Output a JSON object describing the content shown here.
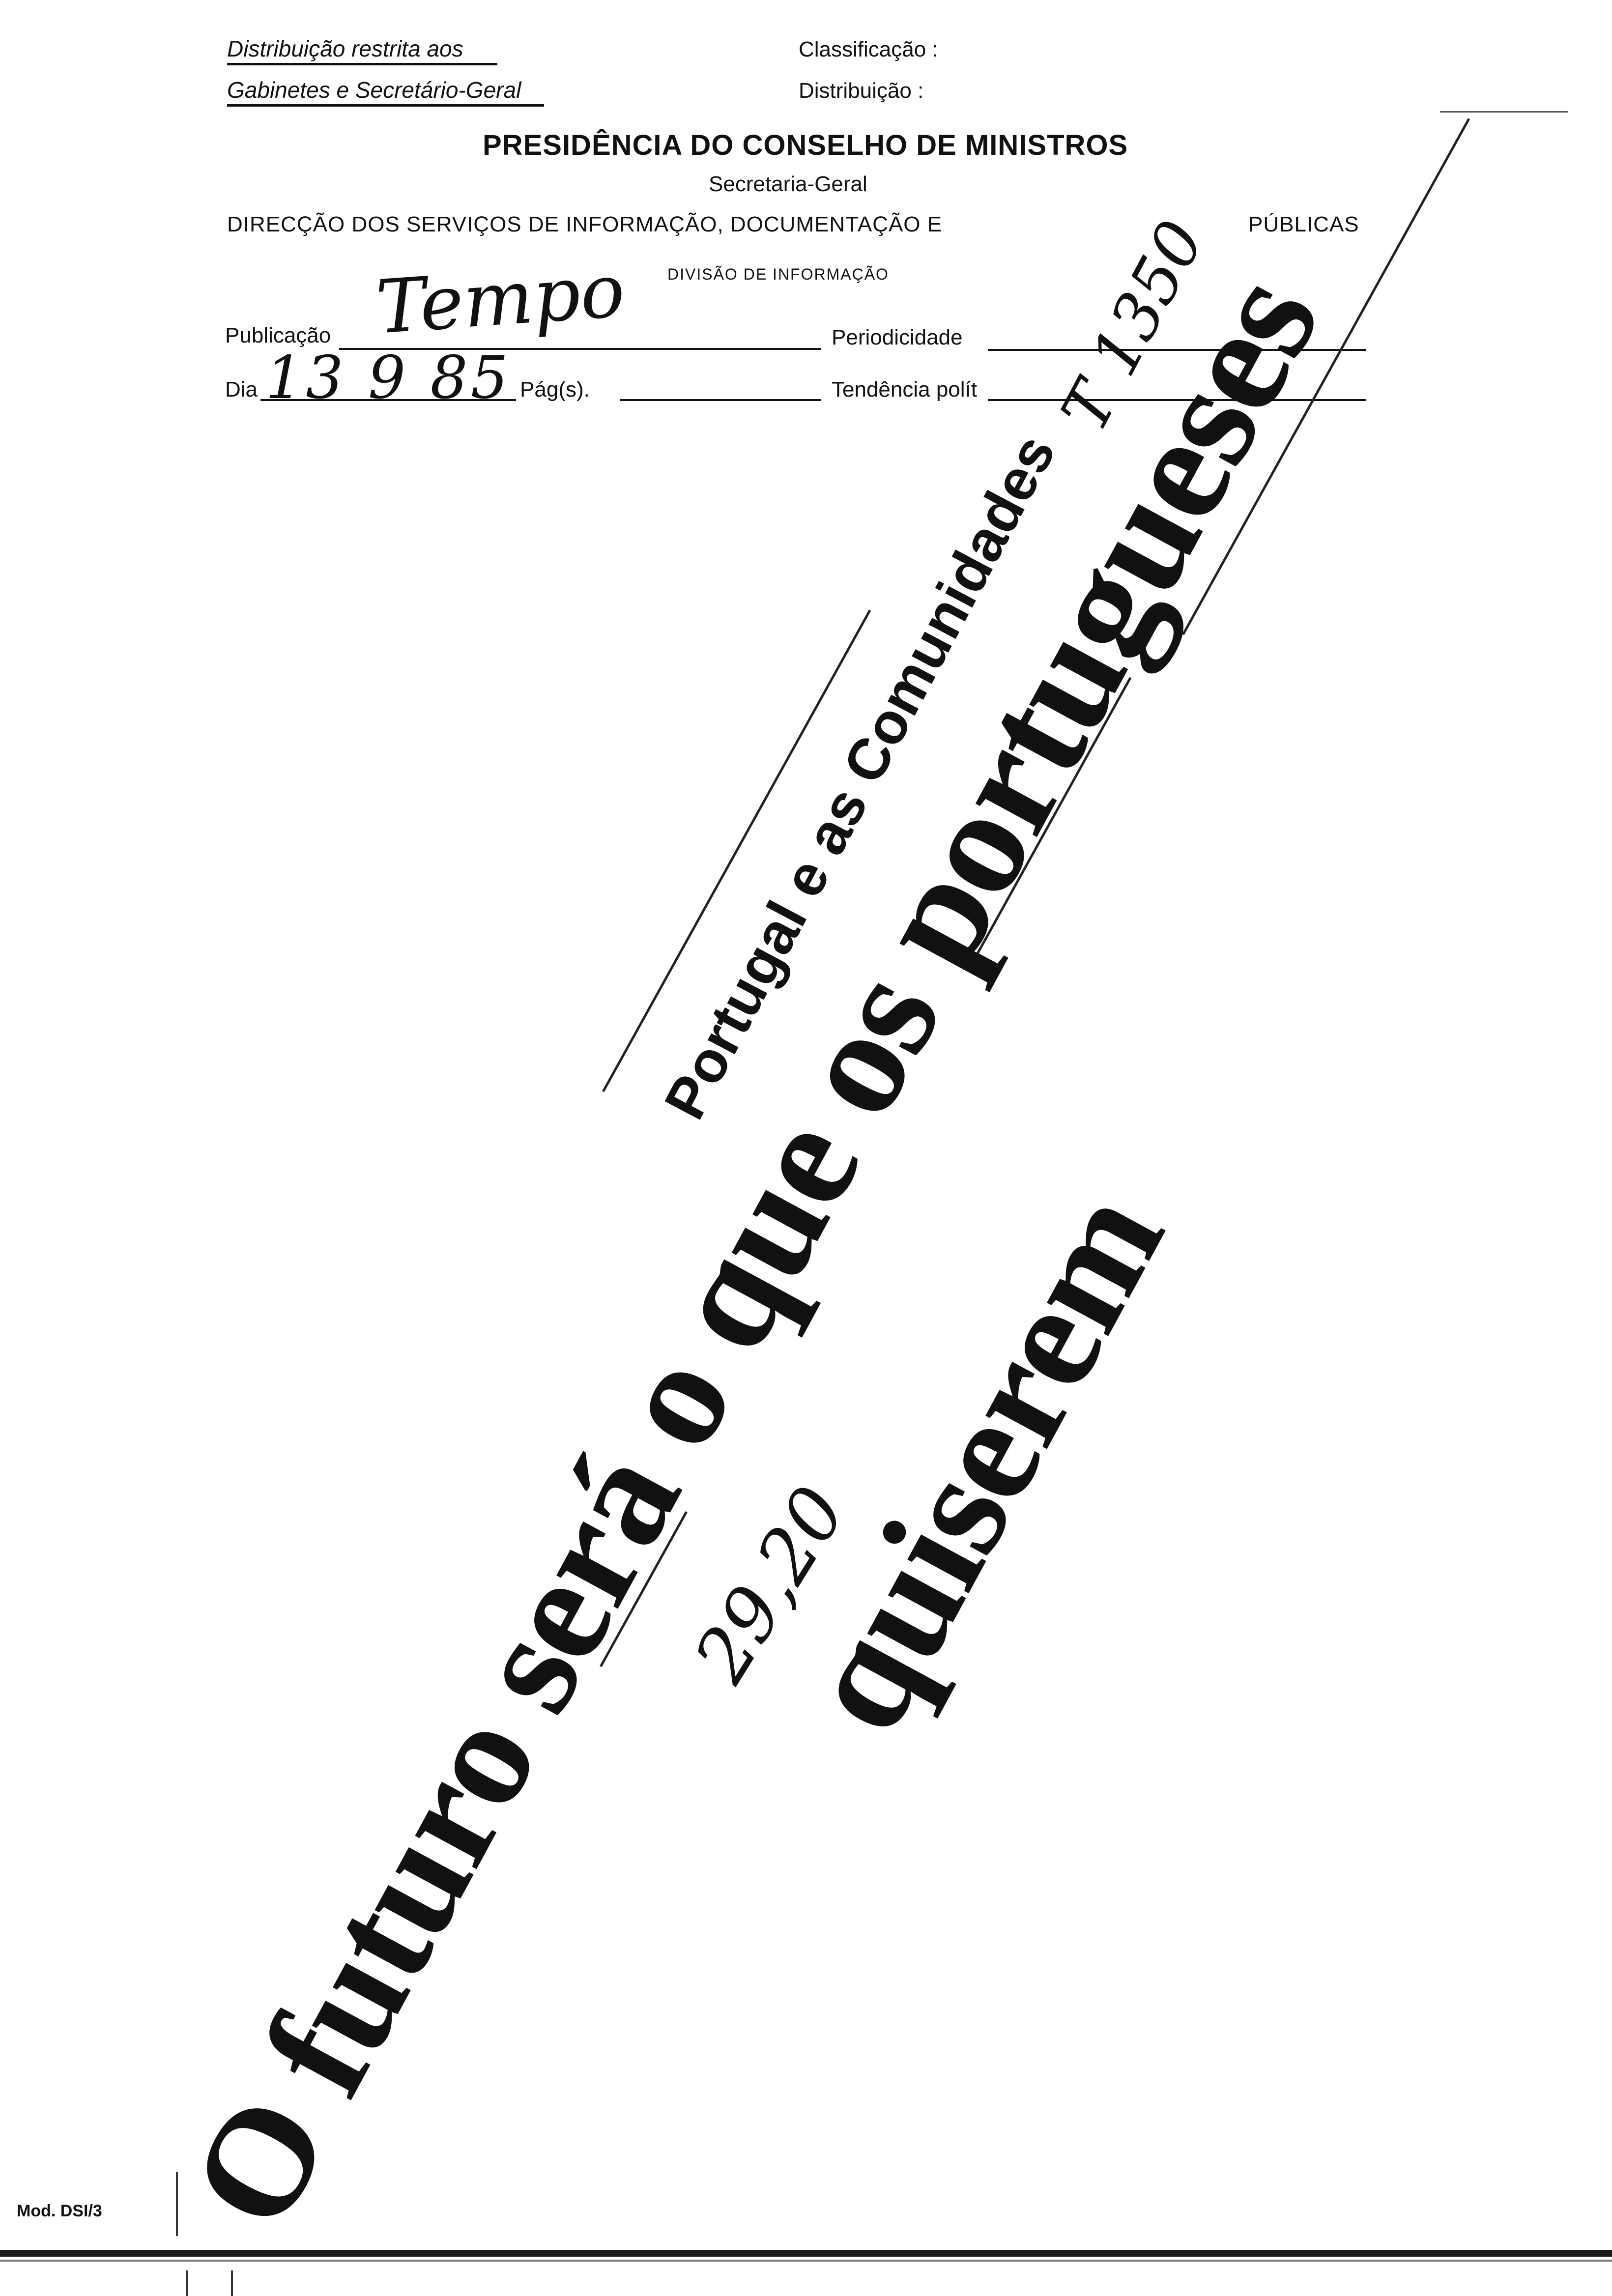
{
  "header": {
    "distribution_note_line1": "Distribuição restrita aos",
    "distribution_note_line2": "Gabinetes e Secretário-Geral",
    "classificacao_label": "Classificação :",
    "distribuicao_label": "Distribuição :",
    "organization": "PRESIDÊNCIA DO CONSELHO DE MINISTROS",
    "secretariat": "Secretaria-Geral",
    "department": "DIRECÇÃO  DOS  SERVIÇOS  DE  INFORMAÇÃO,  DOCUMENTAÇÃO  E",
    "department_end": "PÚBLICAS",
    "division": "DIVISÃO DE INFORMAÇÃO"
  },
  "form": {
    "publicacao_label": "Publicação",
    "publicacao_value": "Tempo",
    "periodicidade_label": "Periodicidade",
    "dia_label": "Dia",
    "dia_value": "13 9 85",
    "pags_label": "Pág(s).",
    "tendencia_label": "Tendência polít"
  },
  "annotations": {
    "margin_note": "T 1350",
    "page_note": "29,20"
  },
  "clipping": {
    "kicker": "Portugal e as Comunidades",
    "headline_line1": "O futuro será o que os portugueses",
    "headline_line2": "quiserem"
  },
  "footer": {
    "form_code": "Mod. DSI/3"
  }
}
